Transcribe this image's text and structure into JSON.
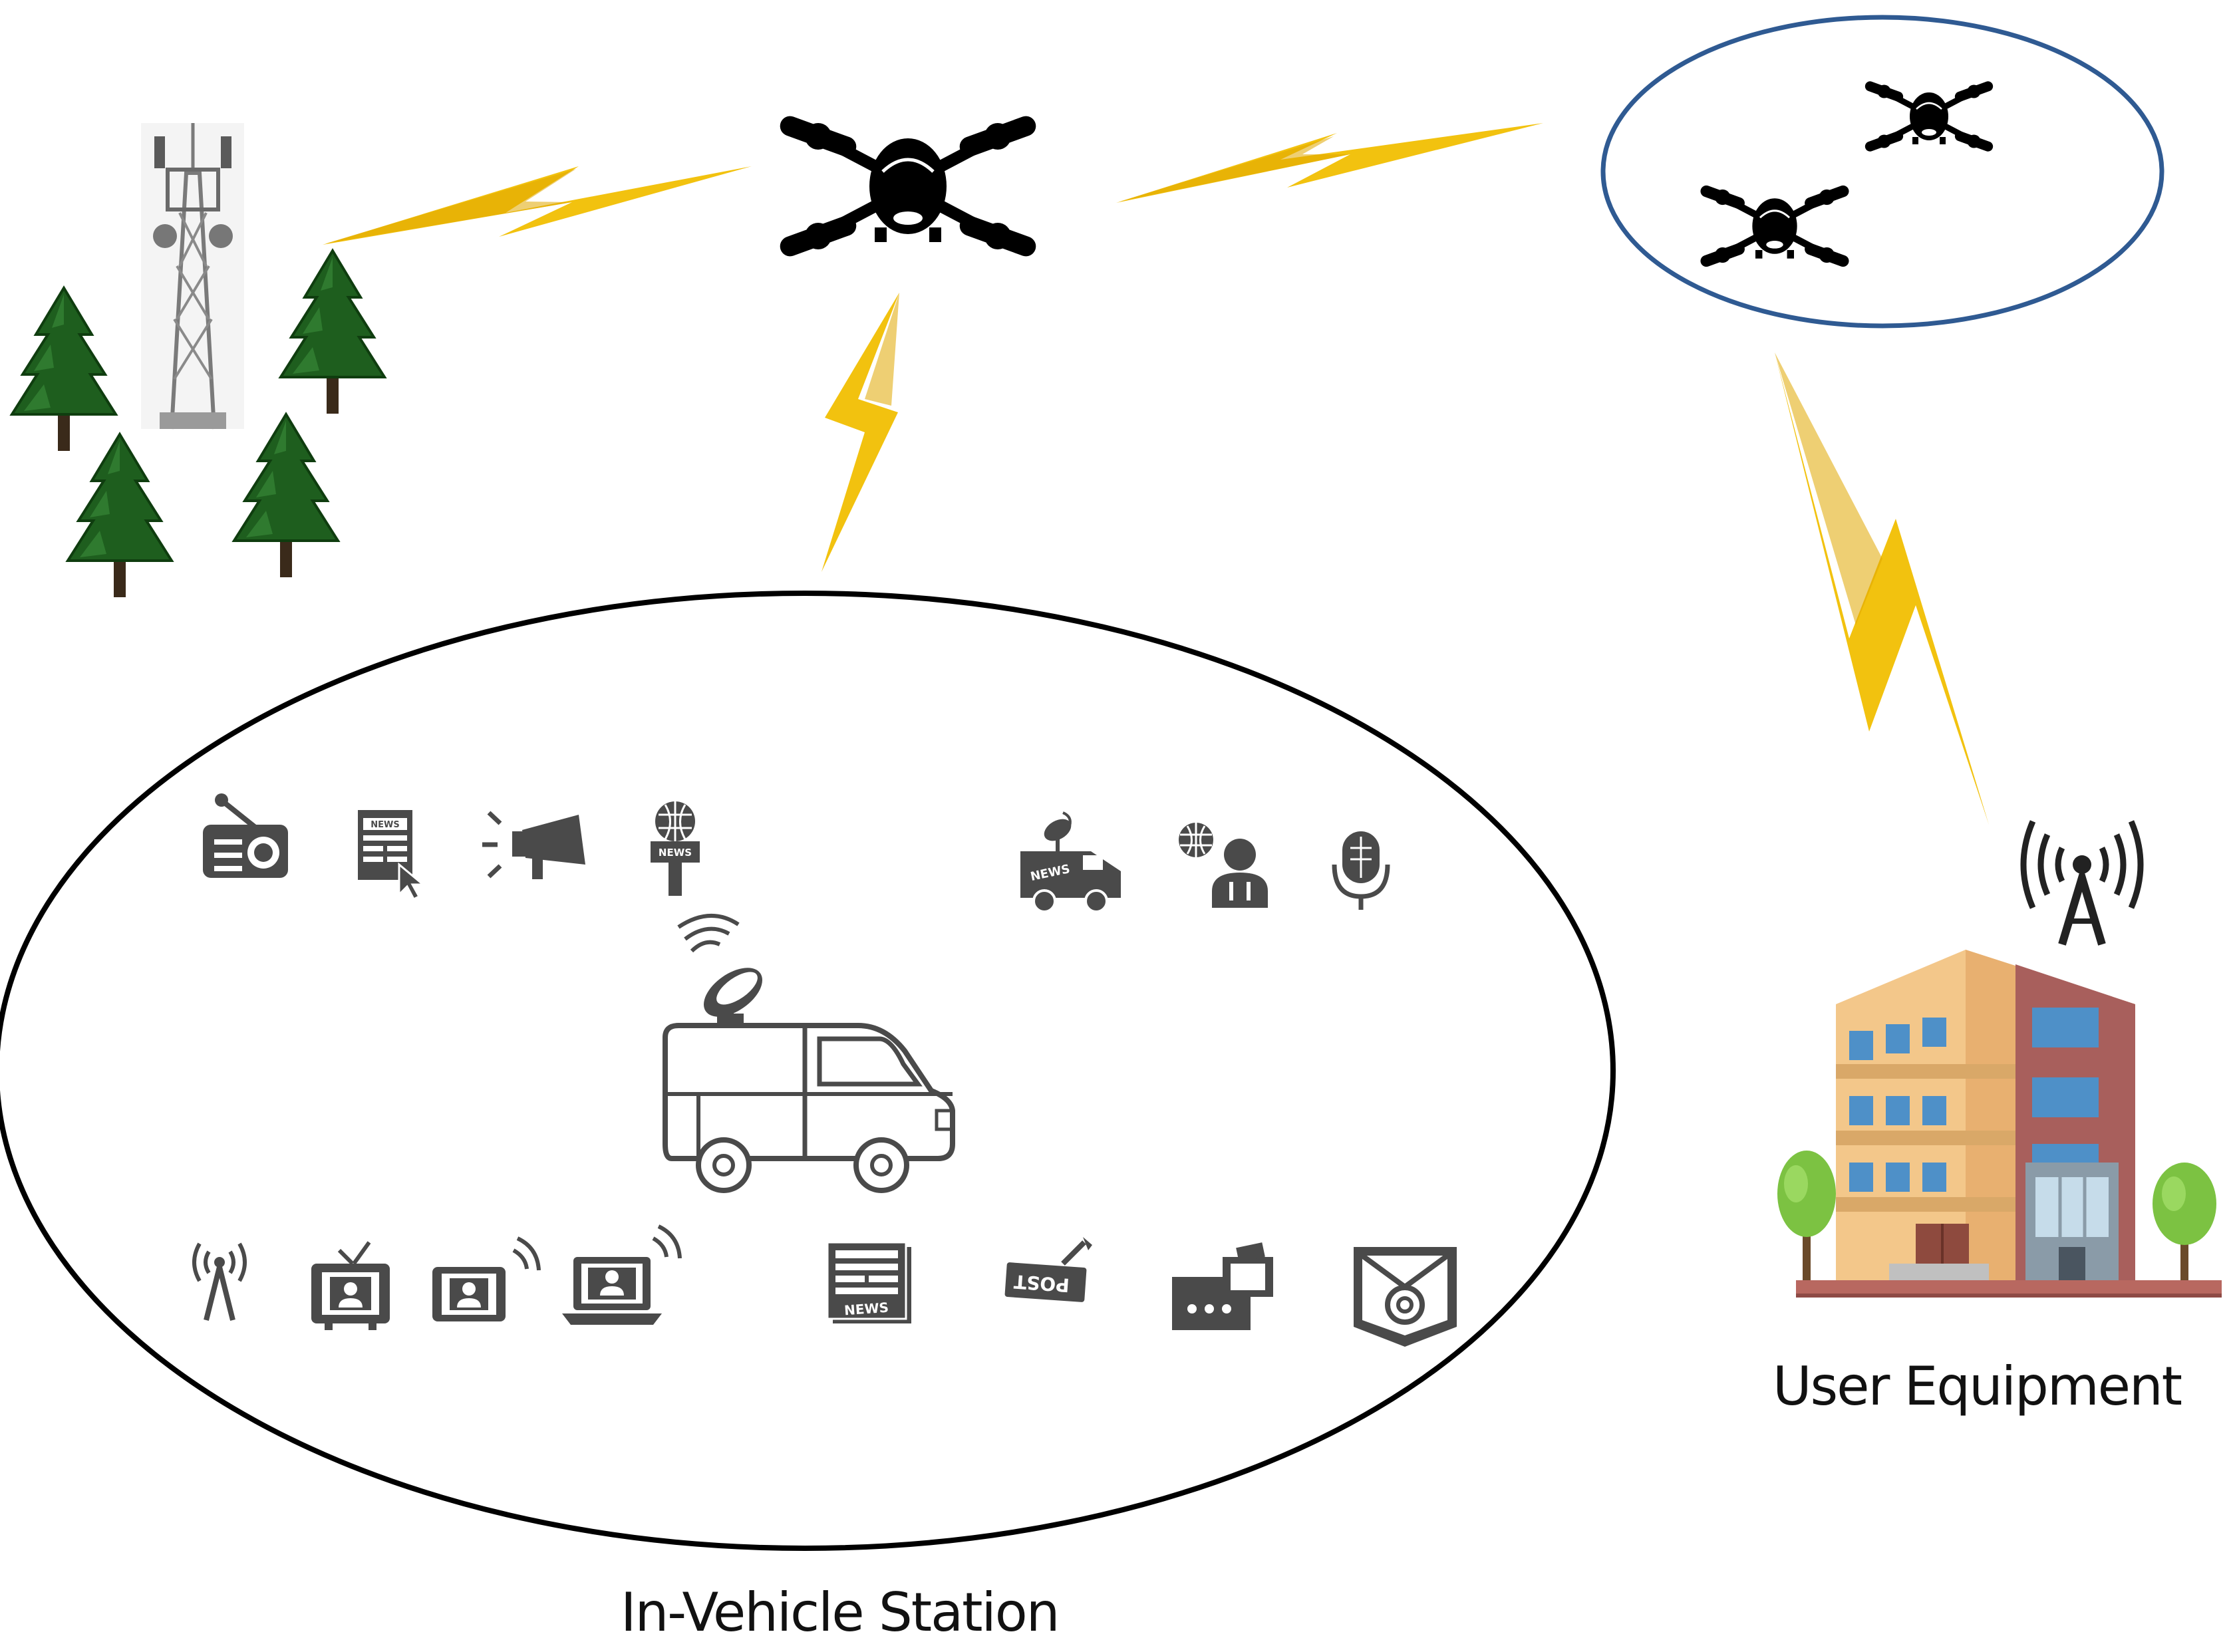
{
  "labels": {
    "in_vehicle_station": "In-Vehicle Station",
    "user_equipment": "User Equipment"
  },
  "news_marks": {
    "paper": "NEWS",
    "mic": "NEWS",
    "van": "NEWS",
    "stack": "NEWS",
    "post": "POST"
  },
  "colors": {
    "lightning": "#F2C20F",
    "lightning_dark": "#E0A800",
    "uav_cluster_ring": "#2F5A92",
    "station_ring": "#000000",
    "icons": "#4A4A4A",
    "trees": "#1E5E1E",
    "building_wall": "#F3C78A",
    "building_side": "#A85F5C",
    "window": "#4E90C8"
  },
  "icons": [
    "cell-tower-icon",
    "tree-icon",
    "drone-icon",
    "lightning-icon",
    "radio-icon",
    "newspaper-icon",
    "megaphone-icon",
    "news-microphone-icon",
    "news-van-icon",
    "reporter-icon",
    "microphone-icon",
    "broadcast-van-icon",
    "antenna-icon",
    "television-icon",
    "tablet-icon",
    "laptop-icon",
    "news-stack-icon",
    "post-icon",
    "fax-icon",
    "email-icon",
    "signal-tower-icon",
    "building-icon"
  ]
}
